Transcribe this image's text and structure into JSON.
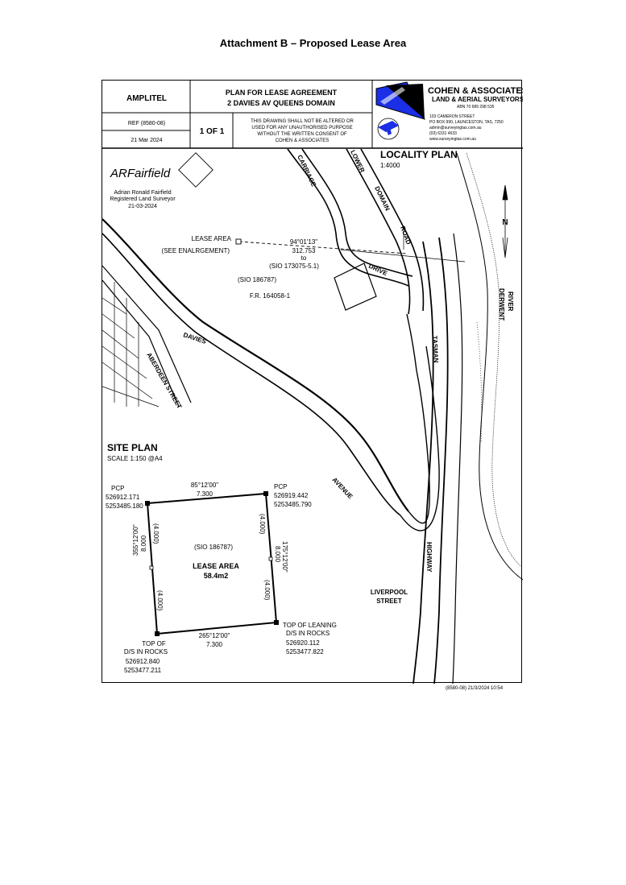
{
  "page_title": "Attachment B – Proposed Lease Area",
  "title_block": {
    "client": "AMPLITEL",
    "plan_title_line1": "PLAN FOR LEASE AGREEMENT",
    "plan_title_line2": "2 DAVIES AV QUEENS DOMAIN",
    "ref": "REF (8580-08)",
    "date": "21 Mar 2024",
    "sheet": "1 OF 1",
    "warning_lines": [
      "THIS DRAWING SHALL NOT BE ALTERED OR",
      "USED FOR ANY UNAUTHORISED PURPOSE",
      "WITHOUT THE WRITTEN CONSENT OF",
      "COHEN & ASSOCIATES"
    ],
    "company_name": "COHEN & ASSOCIATES",
    "company_sub": "LAND & AERIAL SURVEYORS",
    "abn": "ABN 70 689 298 535",
    "address_lines": [
      "103 CAMERON STREET",
      "PO BOX 990, LAUNCESTON, TAS, 7250",
      "admin@surveyingtas.com.au",
      "(03) 6331 4633",
      "www.surveyingtas.com.au"
    ]
  },
  "signature": {
    "script": "ARFairfield",
    "name": "Adrian Ronald Fairfield",
    "role": "Registered Land Surveyor",
    "date": "21-03-2024"
  },
  "locality_plan": {
    "title": "LOCALITY PLAN",
    "scale": "1:4000",
    "north_letter": "N",
    "lease_area_label": "LEASE AREA",
    "lease_area_note": "(SEE ENALRGEMENT)",
    "bearing": "94°01'13\"",
    "distance": "312.753",
    "to_word": "to",
    "sio_ref": "(SIO 173075-5.1)",
    "parcel_sio": "(SIO 186787)",
    "folio": "F.R. 164058-1",
    "roads": {
      "carriage": "CARRIAGE",
      "lower": "LOWER",
      "domain": "DOMAIN",
      "road": "ROAD",
      "drive": "DRIVE",
      "davies": "DAVIES",
      "aberdeen": "ABERDEEN STREET",
      "tasman": "TASMAN",
      "highway": "HIGHWAY",
      "avenue": "AVENUE",
      "liverpool1": "LIVERPOOL",
      "liverpool2": "STREET",
      "river1": "RIVER",
      "river2": "DERWENT"
    }
  },
  "site_plan": {
    "title": "SITE PLAN",
    "scale": "SCALE 1:150 @A4",
    "parcel_sio": "(SIO 186787)",
    "lease_label": "LEASE AREA",
    "area": "58.4m2",
    "top_bearing": "85°12'00\"",
    "top_distance": "7.300",
    "bottom_bearing": "265°12'00\"",
    "bottom_distance": "7.300",
    "right_bearing": "175°12'00\"",
    "right_distance": "8.000",
    "left_bearing": "355°12'00\"",
    "left_distance": "8.000",
    "half_dim": "(4.000)",
    "corner_nw": {
      "label": "PCP",
      "e": "526912.171",
      "n": "5253485.180"
    },
    "corner_ne": {
      "label": "PCP",
      "e": "526919.442",
      "n": "5253485.790"
    },
    "corner_sw": {
      "label1": "TOP OF",
      "label2": "D/S IN ROCKS",
      "e": "526912.840",
      "n": "5253477.211"
    },
    "corner_se": {
      "label1": "TOP OF LEANING",
      "label2": "D/S IN ROCKS",
      "e": "526920.112",
      "n": "5253477.822"
    }
  },
  "footer_stamp": "(8580-08) 21/3/2024 10:54"
}
